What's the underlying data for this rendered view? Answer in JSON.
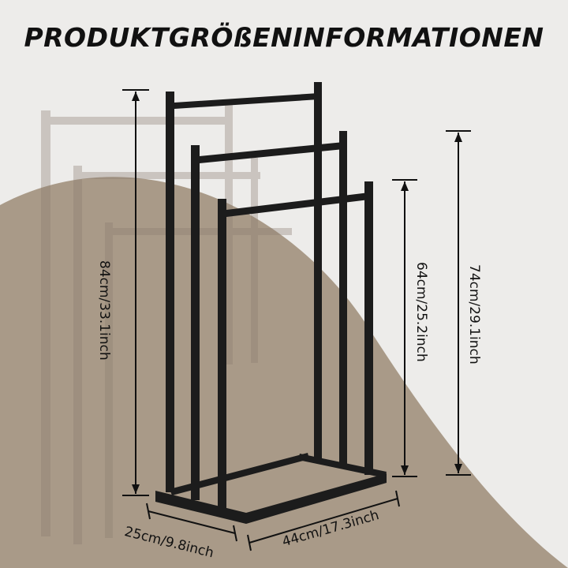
{
  "header": {
    "title": "PRODUKTGRÖßENINFORMATIONEN"
  },
  "dimensions": {
    "height_tall": "84cm/33.1inch",
    "height_mid": "74cm/29.1inch",
    "height_short": "64cm/25.2inch",
    "width": "44cm/17.3inch",
    "depth": "25cm/9.8inch"
  },
  "colors": {
    "background": "#edecea",
    "floor": "#a99a88",
    "product": "#1c1c1c",
    "text": "#111111"
  }
}
